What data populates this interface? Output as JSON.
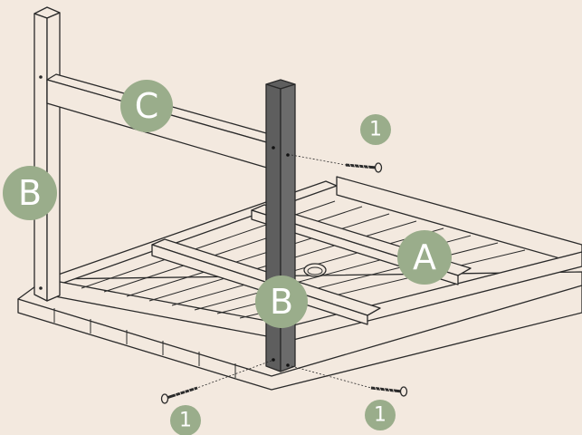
{
  "colors": {
    "background": "#f3e9df",
    "badge": "#9aad8b",
    "badge_text": "#ffffff",
    "post_dark": "#5e5e5e",
    "wood": "#f3e9df",
    "line": "#2a2a2a"
  },
  "labels": {
    "part_a": "A",
    "part_b_left": "B",
    "part_b_post": "B",
    "part_c": "C",
    "step_top": "1",
    "step_bottom_left": "1",
    "step_bottom_right": "1"
  },
  "icons": {
    "screw": "wood-screw-icon"
  }
}
